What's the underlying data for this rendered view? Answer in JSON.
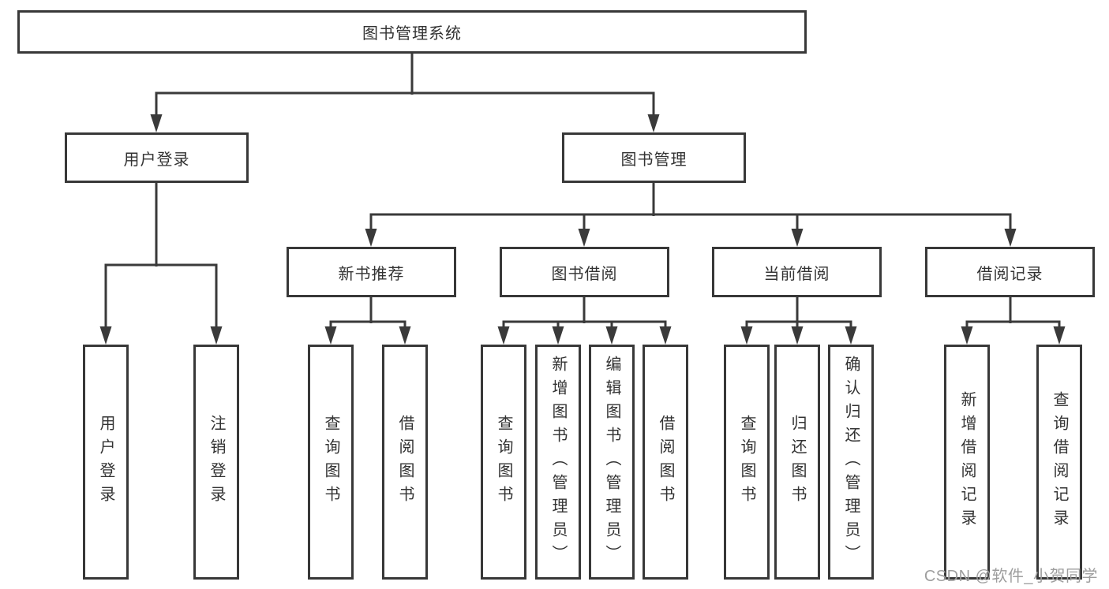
{
  "colors": {
    "line": "#3a3a3a",
    "border": "#383838",
    "text": "#333333",
    "fill": "#ffffff",
    "background": "#ffffff",
    "watermark": "#9e9e9e"
  },
  "diagram": {
    "root": {
      "label": "图书管理系统"
    },
    "branches": [
      {
        "label": "用户登录",
        "children": [
          {
            "label": "用户登录"
          },
          {
            "label": "注销登录"
          }
        ]
      },
      {
        "label": "图书管理",
        "children": [
          {
            "label": "新书推荐",
            "children": [
              {
                "label": "查询图书"
              },
              {
                "label": "借阅图书"
              }
            ]
          },
          {
            "label": "图书借阅",
            "children": [
              {
                "label": "查询图书"
              },
              {
                "label": "新增图书（管理员）"
              },
              {
                "label": "编辑图书（管理员）"
              },
              {
                "label": "借阅图书"
              }
            ]
          },
          {
            "label": "当前借阅",
            "children": [
              {
                "label": "查询图书"
              },
              {
                "label": "归还图书"
              },
              {
                "label": "确认归还（管理员）"
              }
            ]
          },
          {
            "label": "借阅记录",
            "children": [
              {
                "label": "新增借阅记录"
              },
              {
                "label": "查询借阅记录"
              }
            ]
          }
        ]
      }
    ]
  },
  "watermark": {
    "text": "CSDN @软件_小贺同学"
  }
}
